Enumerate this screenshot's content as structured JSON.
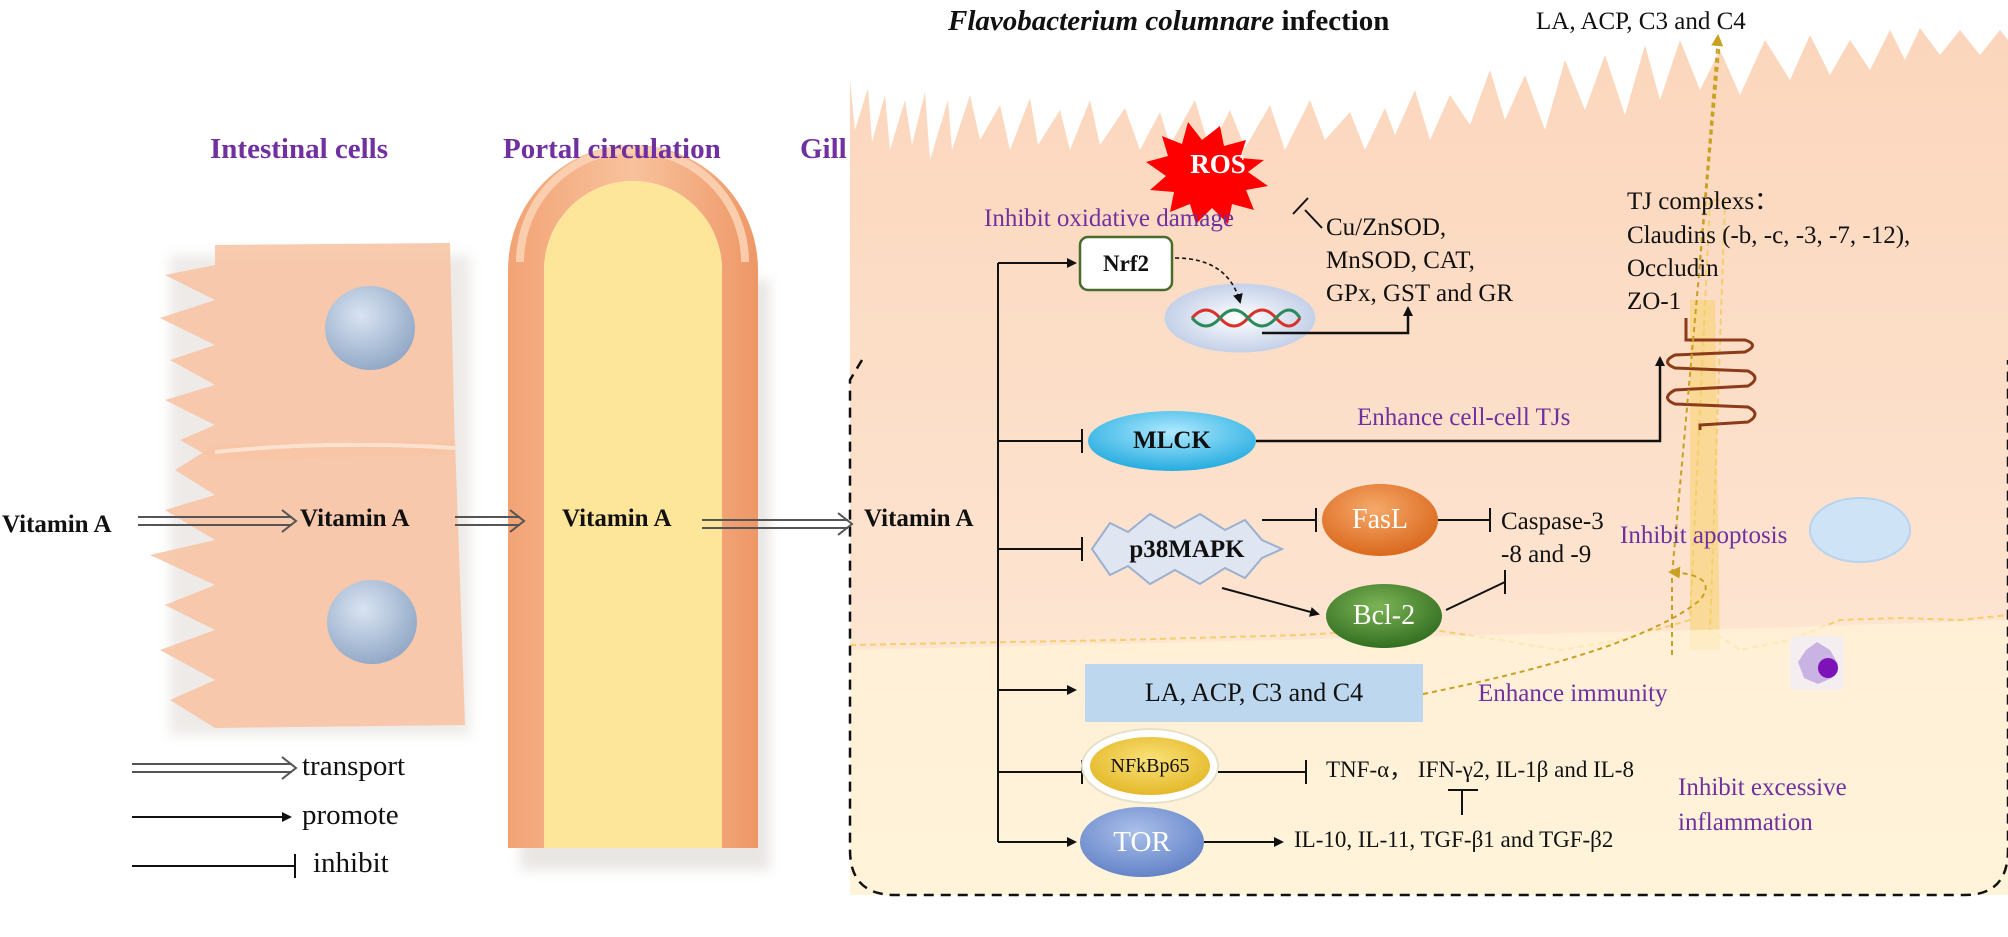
{
  "title": {
    "organism": "Flavobacterium columnare",
    "rest": " infection"
  },
  "top_right_label": "LA, ACP, C3 and C4",
  "regions": {
    "intestinal": "Intestinal cells",
    "portal": "Portal circulation",
    "gill": "Gill"
  },
  "vitamin": {
    "v1": "Vitamin A",
    "v2": "Vitamin A",
    "v3": "Vitamin A",
    "v4": "Vitamin A"
  },
  "nodes": {
    "ros": "ROS",
    "nrf2": "Nrf2",
    "mlck": "MLCK",
    "p38": "p38MAPK",
    "fasl": "FasL",
    "bcl2": "Bcl-2",
    "immune_box": "LA, ACP, C3 and C4",
    "nfkb": "NFkBp65",
    "tor": "TOR"
  },
  "labels": {
    "inhibit_oxidative": "Inhibit oxidative damage",
    "enzymes": [
      "Cu/ZnSOD,",
      "MnSOD, CAT,",
      "GPx, GST and GR"
    ],
    "tj": [
      "TJ complexs：",
      "Claudins (-b, -c, -3, -7, -12),",
      "Occludin",
      "ZO-1"
    ],
    "enhance_tj": "Enhance cell-cell TJs",
    "caspase": [
      "Caspase-3",
      "-8 and -9"
    ],
    "inhibit_apoptosis": "Inhibit apoptosis",
    "enhance_immunity": "Enhance immunity",
    "cytokines_inhibit": "TNF-α， IFN-γ2, IL-1β and IL-8",
    "inhibit_inflammation": [
      "Inhibit excessive",
      "inflammation"
    ],
    "cytokines_promote": "IL-10, IL-11, TGF-β1 and TGF-β2"
  },
  "legend": {
    "transport": "transport",
    "promote": "promote",
    "inhibit": "inhibit"
  },
  "colors": {
    "region_title": "#7030a0",
    "cell": "#f7c4a5",
    "vessel_outer": "#f4a77a",
    "vessel_inner": "#fde59a",
    "ros": "#ff0000",
    "mlck": "#36c0ee",
    "fasl": "#ed7d31",
    "bcl2": "#4a8a2e",
    "immune_box": "#bdd7ee",
    "nfkb": "#f0c93a",
    "tor": "#7d9ad6",
    "immune_arrow": "#c9a020"
  }
}
